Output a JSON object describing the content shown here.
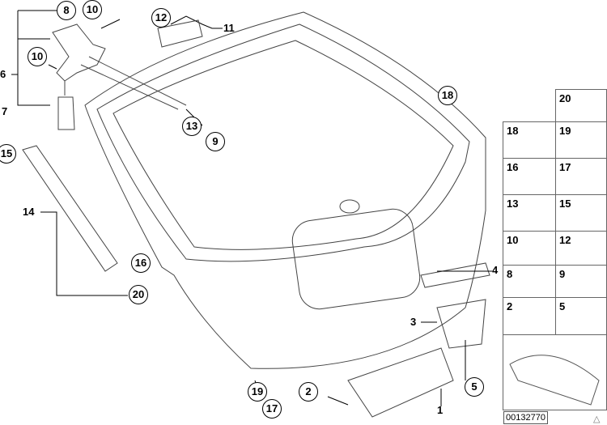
{
  "callouts_circled": [
    "8",
    "10",
    "12",
    "10",
    "13",
    "9",
    "18",
    "15",
    "16",
    "20",
    "19",
    "17",
    "2",
    "5"
  ],
  "callouts_plain": [
    "11",
    "6",
    "7",
    "14",
    "4",
    "3",
    "1"
  ],
  "parts_panel": [
    "20",
    "18",
    "19",
    "16",
    "17",
    "13",
    "15",
    "10",
    "12",
    "8",
    "9",
    "2",
    "5"
  ],
  "diagram_code": "00132770",
  "warning_icon": "triangle-icon"
}
